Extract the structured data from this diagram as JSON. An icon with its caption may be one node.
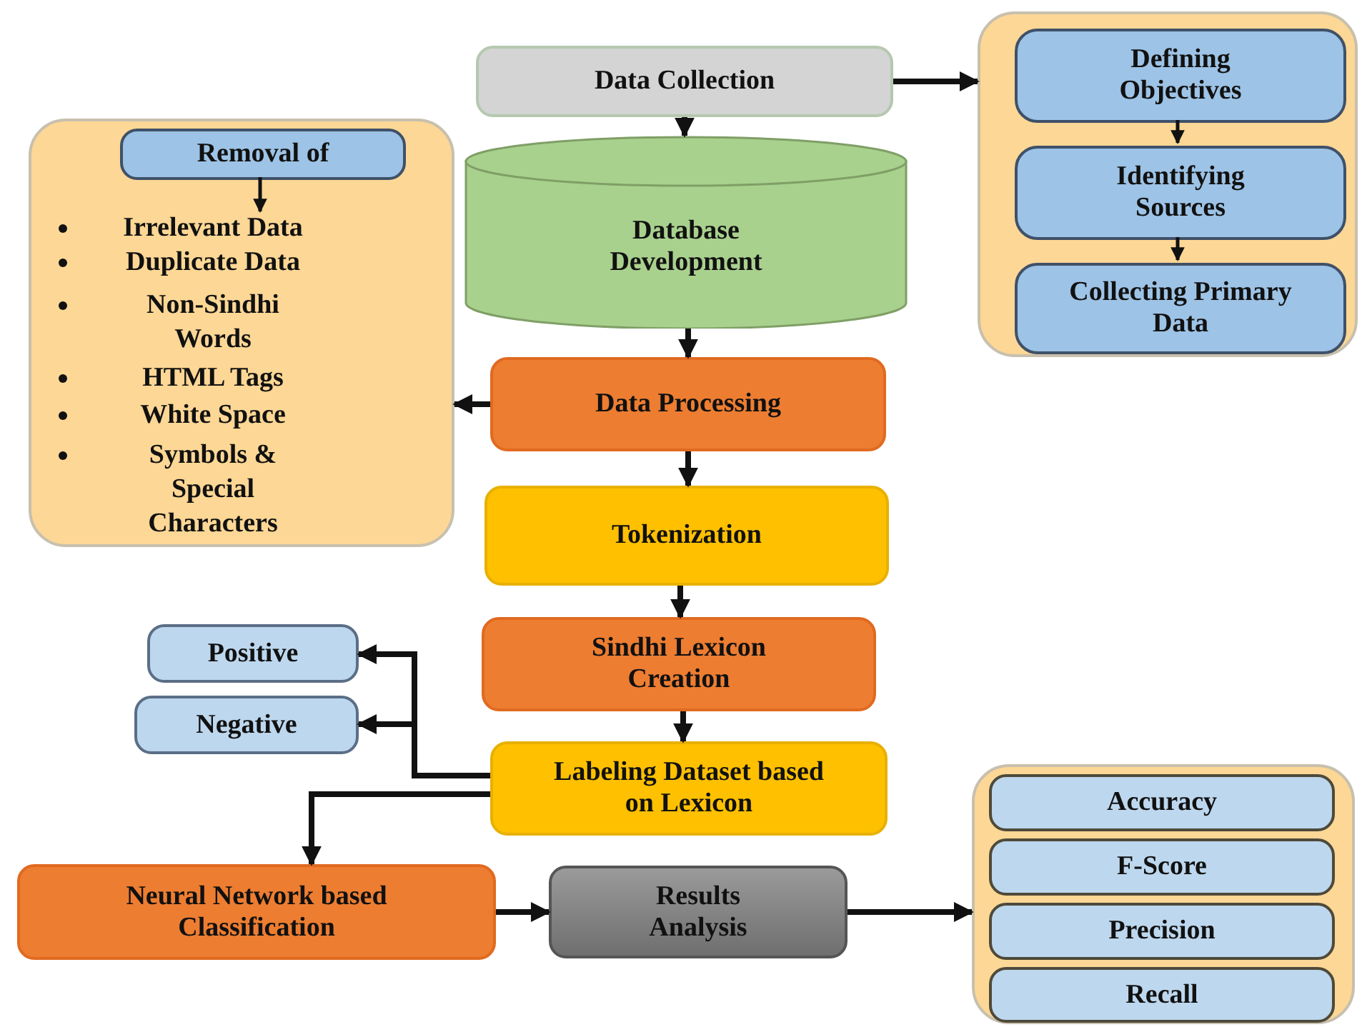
{
  "diagram": {
    "nodes": [
      {
        "text": [
          "Data Collection"
        ]
      },
      {
        "text": [],
        "shape": "box"
      },
      {
        "text": [
          "Defining Objectives"
        ],
        "in": 1
      },
      {
        "text": [
          "Identifying Sources"
        ],
        "in": 1
      },
      {
        "text": [
          "Collecting Primary Data"
        ],
        "in": 1
      },
      {
        "text": [
          "Database Development"
        ]
      },
      {
        "text": [
          "Data Processing"
        ]
      },
      {
        "text": [
          "Irrelevant Data",
          "Duplicate Data",
          "Non-Sindhi Words",
          "HTML Tags",
          "White Space",
          "Symbols & Special Characters"
        ]
      },
      {
        "text": [
          "Removal of"
        ],
        "in": 7
      },
      {
        "text": [
          "Tokenization"
        ]
      },
      {
        "text": [
          "Sindhi Lexicon Creation"
        ]
      },
      {
        "text": [
          "Labeling Dataset based on Lexicon"
        ]
      },
      {
        "text": [
          "Positive"
        ]
      },
      {
        "text": [
          "Negative"
        ]
      },
      {
        "text": [
          "Neural Network based Classification"
        ]
      },
      {
        "text": [
          "Results Analysis"
        ]
      },
      {
        "text": [],
        "shape": "box"
      },
      {
        "text": [
          "Accuracy"
        ],
        "in": 16
      },
      {
        "text": [
          "F-Score"
        ],
        "in": 16
      },
      {
        "text": [
          "Precision"
        ],
        "in": 16
      },
      {
        "text": [
          "Recall"
        ],
        "in": 16
      }
    ],
    "edges": [
      {
        "from": 0,
        "to": 1,
        "arrow": "to"
      },
      {
        "from": 2,
        "to": 3,
        "arrow": "to"
      },
      {
        "from": 3,
        "to": 4,
        "arrow": "to"
      },
      {
        "from": 0,
        "to": 5,
        "arrow": "to"
      },
      {
        "from": 5,
        "to": 6,
        "arrow": "to"
      },
      {
        "from": 6,
        "to": 7,
        "arrow": "to"
      },
      {
        "from": 8,
        "to": null,
        "arrow": "to"
      },
      {
        "from": 6,
        "to": 9,
        "arrow": "to"
      },
      {
        "from": 9,
        "to": 10,
        "arrow": "to"
      },
      {
        "from": 10,
        "to": 11,
        "arrow": "to"
      },
      {
        "from": 11,
        "to": 12,
        "arrow": "to"
      },
      {
        "from": 11,
        "to": 13,
        "arrow": "to"
      },
      {
        "from": 11,
        "to": 14,
        "arrow": "to"
      },
      {
        "from": 14,
        "to": 15,
        "arrow": "to"
      },
      {
        "from": 15,
        "to": 16,
        "arrow": "to"
      }
    ]
  }
}
